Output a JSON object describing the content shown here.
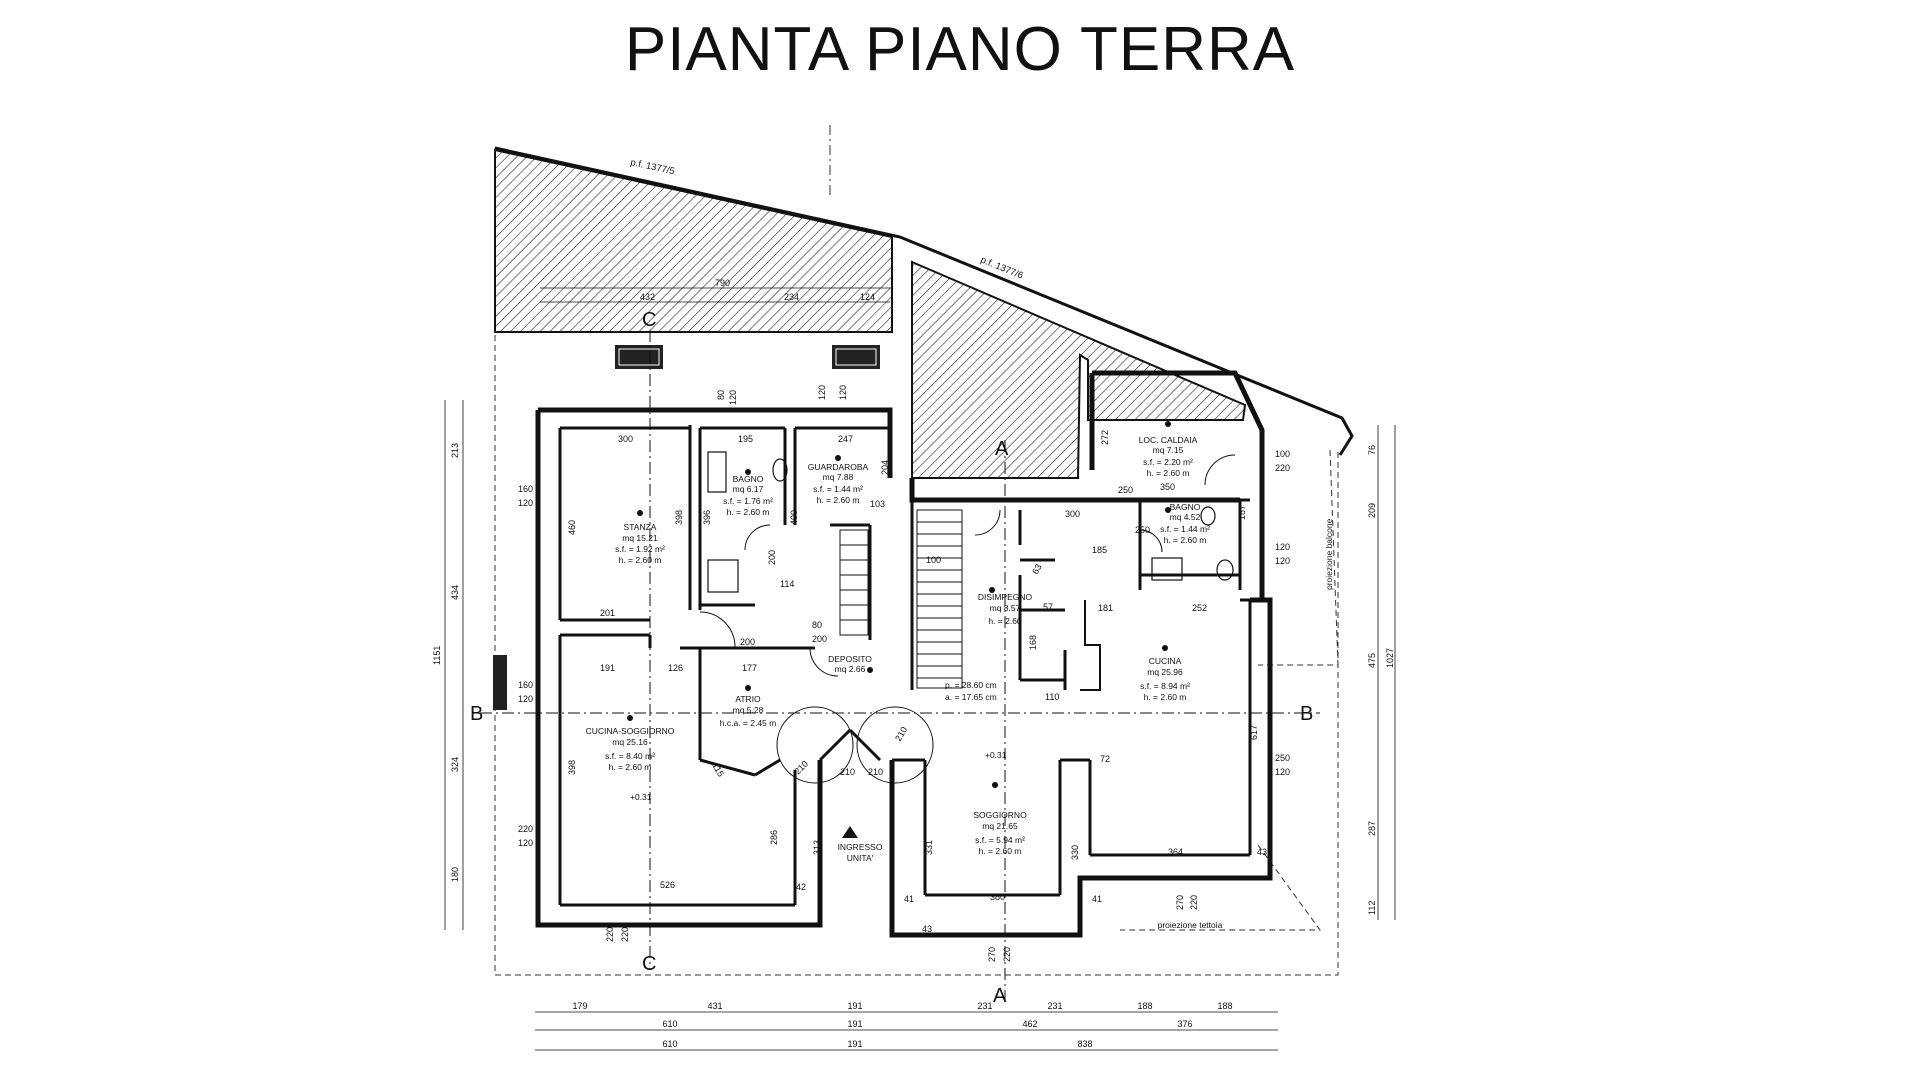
{
  "title": "PIANTA PIANO TERRA",
  "parcels": {
    "west": "p.f. 1377/5",
    "east": "p.f. 1377/6"
  },
  "rooms": {
    "stanza": {
      "name": "STANZA",
      "area": "mq 15.21",
      "sf": "s.f. = 1.92 m²",
      "h": "h. = 2.60 m"
    },
    "bagno1": {
      "name": "BAGNO",
      "area": "mq 6.17",
      "sf": "s.f. = 1.76 m²",
      "h": "h. = 2.60 m"
    },
    "guardaroba": {
      "name": "GUARDAROBA",
      "area": "mq 7.88",
      "sf": "s.f. = 1.44 m²",
      "h": "h. = 2.60 m"
    },
    "caldaia": {
      "name": "LOC. CALDAIA",
      "area": "mq 7.15",
      "sf": "s.f. = 2.20 m²",
      "h": "h. = 2.60 m"
    },
    "bagno2": {
      "name": "BAGNO",
      "area": "mq 4.52",
      "sf": "s.f. = 1.44 m²",
      "h": "h. = 2.60 m"
    },
    "disimpegno": {
      "name": "DISIMPEGNO",
      "area": "mq 8.57",
      "h": "h. = 2.60"
    },
    "cucina": {
      "name": "CUCINA",
      "area": "mq 25.96",
      "sf": "s.f. = 8.94 m²",
      "h": "h. = 2.60 m"
    },
    "cucina_soggiorno": {
      "name": "CUCINA-SOGGIORNO",
      "area": "mq 25.16",
      "sf": "s.f. = 8.40 m²",
      "h": "h. = 2.60 m"
    },
    "atrio": {
      "name": "ATRIO",
      "area": "mq 5.28",
      "h": "h.c.a. = 2.45 m"
    },
    "deposito": {
      "name": "DEPOSITO",
      "area": "mq 2.66"
    },
    "soggiorno": {
      "name": "SOGGIORNO",
      "area": "mq 21.65",
      "sf": "s.f. = 5.94 m²",
      "h": "h. = 2.60 m"
    }
  },
  "notes": {
    "ingresso": "INGRESSO",
    "unita": "UNITA'",
    "tettoia": "proiezione tettoia",
    "balcone": "proiezione balcone",
    "scala_p": "p. = 28.60 cm",
    "scala_a": "a. = 17.65 cm",
    "level1": "+0.31",
    "level2": "+0.31"
  },
  "sections": {
    "a": "A",
    "b": "B",
    "c": "C"
  },
  "dims": {
    "bottom_row1": [
      "179",
      "431",
      "191",
      "231",
      "231",
      "188",
      "188"
    ],
    "bottom_row2": [
      "610",
      "191",
      "462",
      "376"
    ],
    "bottom_row3": [
      "610",
      "191",
      "838"
    ],
    "top": {
      "total": "790",
      "a": "432",
      "b": "234",
      "c": "124"
    },
    "left": {
      "total": "1151",
      "a": "213",
      "b": "434",
      "c": "324",
      "d": "180"
    },
    "right": {
      "total": "1027",
      "a": "76",
      "b": "209",
      "c": "475",
      "d": "287",
      "e": "112"
    },
    "openings": {
      "o1": "160",
      "o2": "120",
      "o3": "160",
      "o4": "120",
      "o5": "220",
      "o6": "120",
      "o7": "100",
      "o8": "220",
      "o9": "120",
      "o10": "120",
      "o11": "250",
      "o12": "120",
      "o13": "80",
      "o14": "120",
      "o15": "120",
      "o16": "120",
      "o17": "220",
      "o18": "220",
      "o19": "270",
      "o20": "220",
      "o21": "270",
      "o22": "220",
      "o23": "200",
      "o24": "200",
      "o25": "80",
      "o26": "200",
      "o27": "210",
      "o28": "210",
      "o29": "210",
      "o30": "210",
      "o31": "250",
      "o32": "250"
    },
    "interior": {
      "i1": "300",
      "i2": "195",
      "i3": "247",
      "i4": "460",
      "i5": "396",
      "i6": "400",
      "i7": "204",
      "i8": "201",
      "i9": "191",
      "i10": "126",
      "i11": "177",
      "i12": "398",
      "i13": "526",
      "i14": "286",
      "i15": "313",
      "i16": "42",
      "i17": "115",
      "i18": "350",
      "i19": "272",
      "i20": "187",
      "i21": "300",
      "i22": "181",
      "i23": "252",
      "i24": "617",
      "i25": "110",
      "i26": "72",
      "i27": "330",
      "i28": "364",
      "i29": "331",
      "i30": "380",
      "i31": "41",
      "i32": "41",
      "i33": "43",
      "i34": "43",
      "i35": "57",
      "i36": "63",
      "i37": "185",
      "i38": "100",
      "i39": "103",
      "i40": "398",
      "i41": "168",
      "i42": "114"
    }
  }
}
